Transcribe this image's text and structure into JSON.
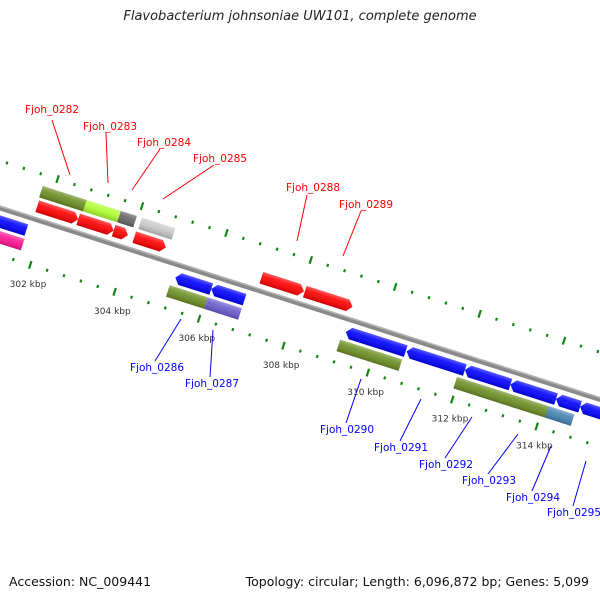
{
  "title": "Flavobacterium johnsoniae UW101, complete genome",
  "footer": {
    "accession": "Accession: NC_009441",
    "summary": "Topology: circular; Length: 6,096,872 bp; Genes: 5,099"
  },
  "colors": {
    "forward_label": "#ff0000",
    "reverse_label": "#0000ff",
    "backbone": "#8a8a8a",
    "ticks": "#118811"
  },
  "scale": {
    "unit": "kbp",
    "labels": [
      302,
      304,
      306,
      308,
      310,
      312,
      314
    ]
  },
  "features": [
    {
      "strand": "+",
      "row": "cds",
      "start": 301.75,
      "end": 302.72,
      "color": "#ff0000"
    },
    {
      "strand": "+",
      "row": "cds",
      "start": 302.72,
      "end": 303.56,
      "color": "#ff0000"
    },
    {
      "strand": "+",
      "row": "cds",
      "start": 303.56,
      "end": 303.9,
      "color": "#ff0000"
    },
    {
      "strand": "+",
      "row": "cds",
      "start": 304.05,
      "end": 304.8,
      "color": "#ff0000"
    },
    {
      "strand": "+",
      "row": "cds",
      "start": 307.06,
      "end": 308.07,
      "color": "#ff0000"
    },
    {
      "strand": "+",
      "row": "cds",
      "start": 308.09,
      "end": 309.22,
      "color": "#ff0000"
    },
    {
      "strand": "+",
      "row": "gene",
      "start": 301.73,
      "end": 302.77,
      "color": "#6b8e23"
    },
    {
      "strand": "+",
      "row": "gene",
      "start": 302.77,
      "end": 303.58,
      "color": "#adff2f"
    },
    {
      "strand": "+",
      "row": "gene",
      "start": 303.58,
      "end": 303.96,
      "color": "#666666"
    },
    {
      "strand": "+",
      "row": "gene",
      "start": 304.08,
      "end": 304.87,
      "color": "#c8c8c8"
    },
    {
      "strand": "-",
      "row": "cds",
      "start": 300.9,
      "end": 301.68,
      "color": "#0000ff"
    },
    {
      "strand": "-",
      "row": "gene",
      "start": 300.9,
      "end": 301.7,
      "color": "#ff1493"
    },
    {
      "strand": "-",
      "row": "cds",
      "start": 305.21,
      "end": 306.06,
      "color": "#0000ff"
    },
    {
      "strand": "-",
      "row": "cds",
      "start": 306.06,
      "end": 306.85,
      "color": "#0000ff"
    },
    {
      "strand": "-",
      "row": "gene",
      "start": 305.14,
      "end": 306.04,
      "color": "#6b8e23"
    },
    {
      "strand": "-",
      "row": "gene",
      "start": 306.04,
      "end": 306.85,
      "color": "#6a5acd"
    },
    {
      "strand": "-",
      "row": "cds",
      "start": 309.25,
      "end": 310.67,
      "color": "#0000ff"
    },
    {
      "strand": "-",
      "row": "gene",
      "start": 309.18,
      "end": 310.65,
      "color": "#6b8e23"
    },
    {
      "strand": "-",
      "row": "cds",
      "start": 310.69,
      "end": 312.07,
      "color": "#0000ff"
    },
    {
      "strand": "-",
      "row": "cds",
      "start": 312.07,
      "end": 313.15,
      "color": "#0000ff"
    },
    {
      "strand": "-",
      "row": "cds",
      "start": 313.15,
      "end": 314.23,
      "color": "#0000ff"
    },
    {
      "strand": "-",
      "row": "cds",
      "start": 314.23,
      "end": 314.8,
      "color": "#0000ff"
    },
    {
      "strand": "-",
      "row": "cds",
      "start": 314.8,
      "end": 315.7,
      "color": "#0000ff"
    },
    {
      "strand": "-",
      "row": "gene",
      "start": 311.95,
      "end": 313.06,
      "color": "#6b8e23"
    },
    {
      "strand": "-",
      "row": "gene",
      "start": 313.06,
      "end": 314.19,
      "color": "#6b8e23"
    },
    {
      "strand": "-",
      "row": "gene",
      "start": 314.12,
      "end": 314.73,
      "color": "#4682b4"
    }
  ],
  "labels": [
    {
      "text": "Fjoh_0282",
      "strand": "+"
    },
    {
      "text": "Fjoh_0283",
      "strand": "+"
    },
    {
      "text": "Fjoh_0284",
      "strand": "+"
    },
    {
      "text": "Fjoh_0285",
      "strand": "+"
    },
    {
      "text": "Fjoh_0288",
      "strand": "+"
    },
    {
      "text": "Fjoh_0289",
      "strand": "+"
    },
    {
      "text": "Fjoh_0286",
      "strand": "-"
    },
    {
      "text": "Fjoh_0287",
      "strand": "-"
    },
    {
      "text": "Fjoh_0290",
      "strand": "-"
    },
    {
      "text": "Fjoh_0291",
      "strand": "-"
    },
    {
      "text": "Fjoh_0292",
      "strand": "-"
    },
    {
      "text": "Fjoh_0293",
      "strand": "-"
    },
    {
      "text": "Fjoh_0294",
      "strand": "-"
    },
    {
      "text": "Fjoh_0295",
      "strand": "-"
    }
  ]
}
